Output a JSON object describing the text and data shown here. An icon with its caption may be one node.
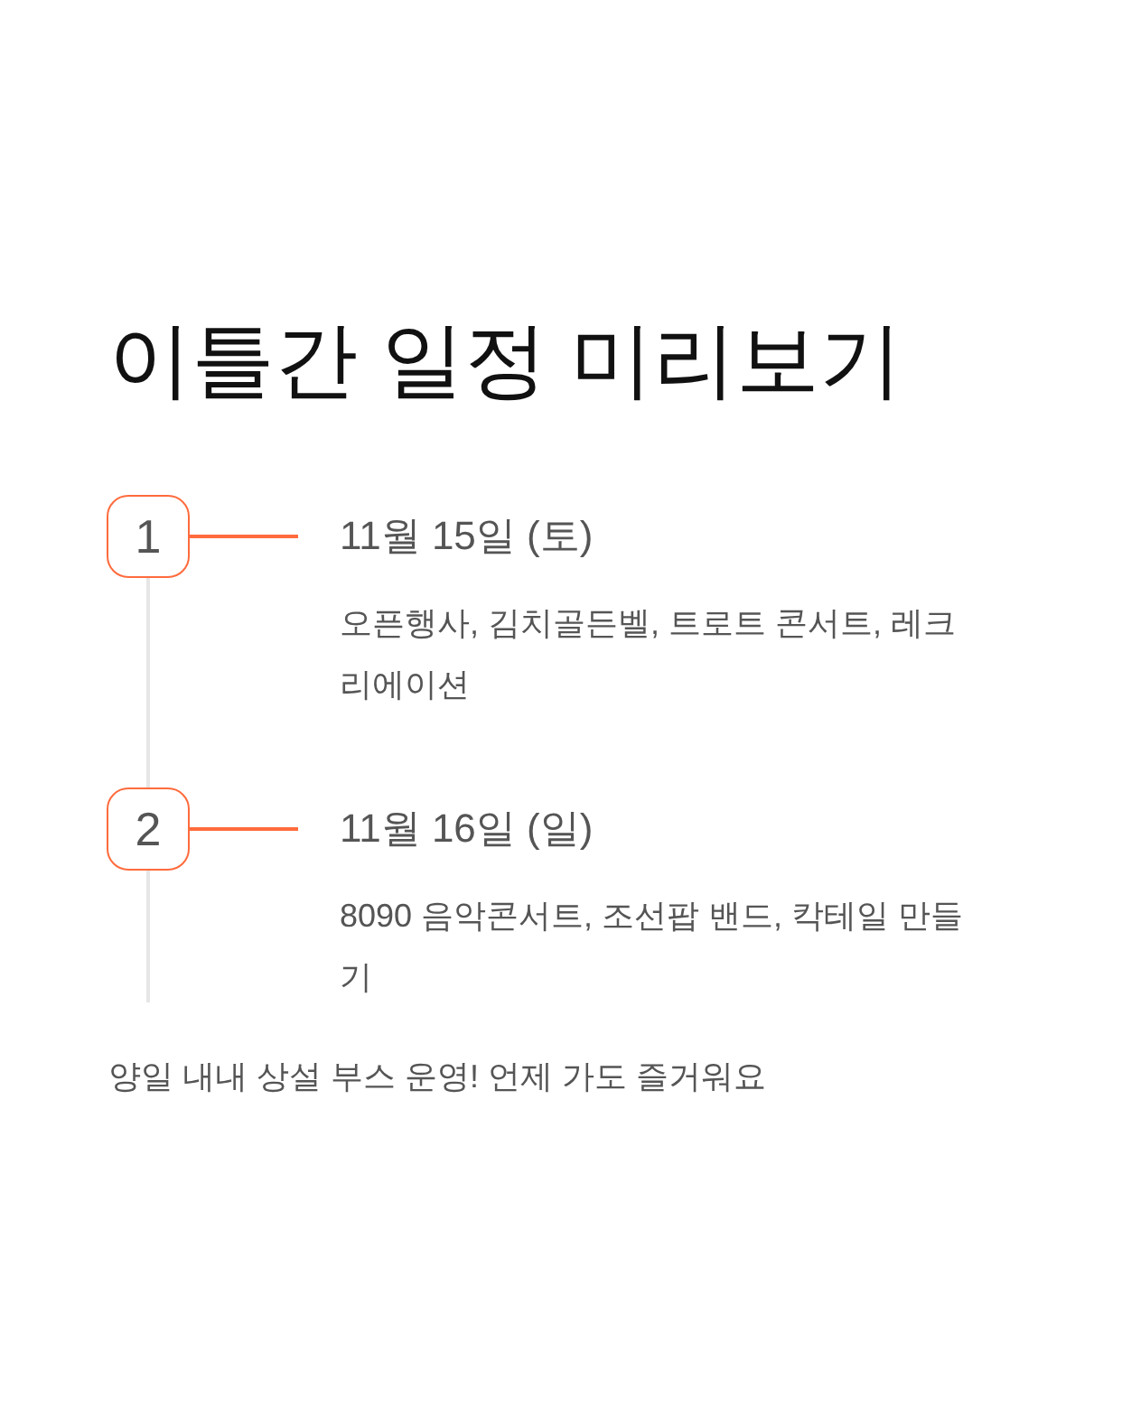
{
  "diagram": {
    "title": "이틀간 일정 미리보기",
    "nodes": [
      {
        "text": [
          "1"
        ]
      },
      {
        "text": [
          "11월 15일 (토)",
          "오픈행사, 김치골든벨, 트로트 콘서트, 레크리에이션"
        ]
      },
      {
        "text": [
          "2"
        ]
      },
      {
        "text": [
          "11월 16일 (일)",
          "8090 음악콘서트, 조선팝 밴드, 칵테일 만들기"
        ]
      }
    ],
    "edges": [
      {
        "from": 0,
        "to": 1,
        "arrow": "none",
        "color": "#ff6b3d"
      },
      {
        "from": 2,
        "to": 3,
        "arrow": "none",
        "color": "#ff6b3d"
      },
      {
        "from": 0,
        "to": 2,
        "arrow": "none",
        "color": "#e6e6e6"
      }
    ],
    "labels": [
      "양일 내내 상설 부스 운영! 언제 가도 즐거워요"
    ]
  }
}
